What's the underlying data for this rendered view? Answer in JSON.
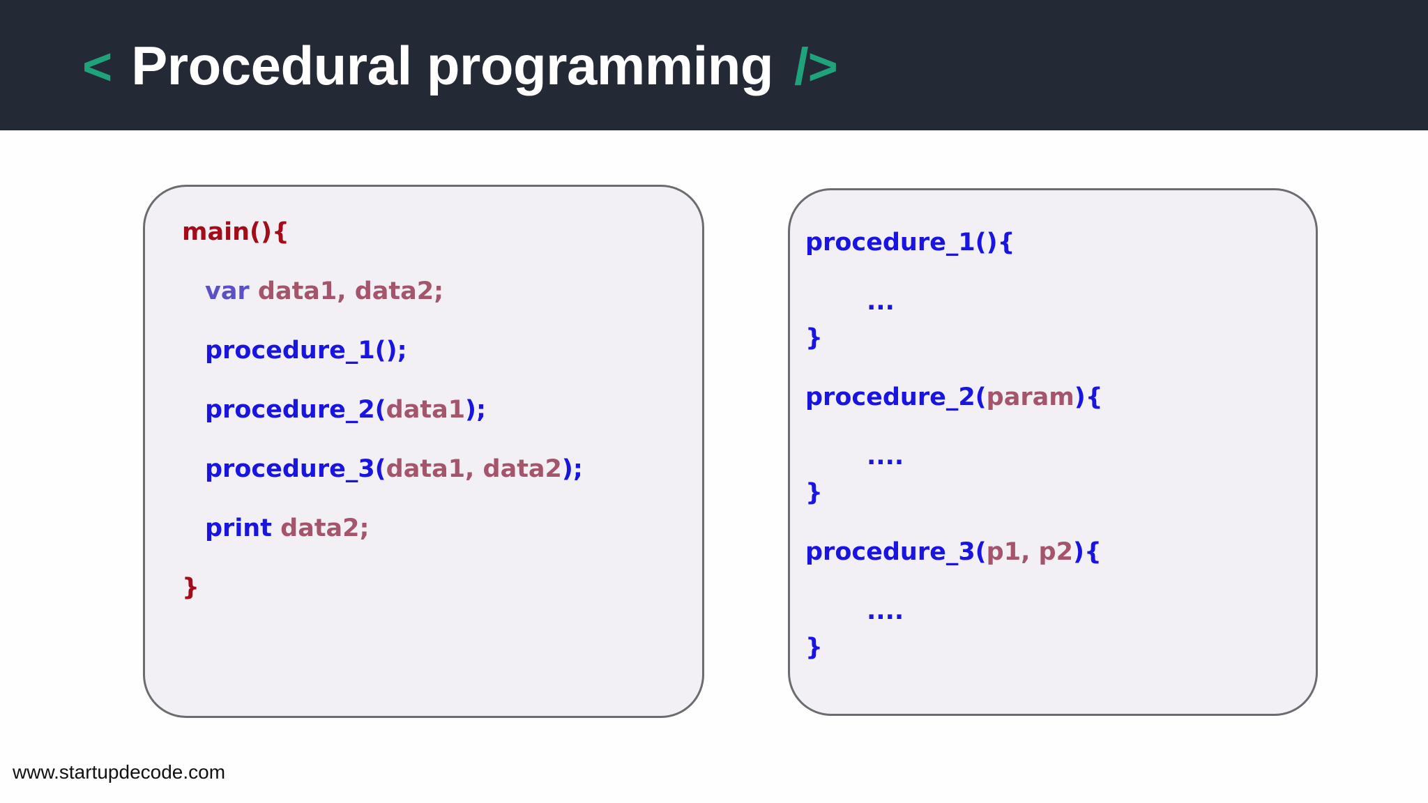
{
  "header": {
    "tag_open": "<",
    "title": "Procedural programming",
    "tag_close": "/>",
    "background_color": "#242936",
    "accent_color": "#1fa37a",
    "title_color": "#ffffff"
  },
  "palette": {
    "main_red": "#a10d18",
    "keyword_purple": "#5c51c4",
    "data_rose": "#a4546b",
    "procedure_blue": "#1a14e0",
    "panel_fill": "#f2f0f4",
    "panel_border": "#6b6b70"
  },
  "panels": [
    {
      "id": "main-program",
      "lines": [
        {
          "indent": 0,
          "parts": [
            {
              "text": "main(){",
              "color": "main_red"
            }
          ]
        },
        {
          "indent": 1,
          "parts": [
            {
              "text": "var ",
              "color": "keyword_purple"
            },
            {
              "text": "data1, data2;",
              "color": "data_rose"
            }
          ]
        },
        {
          "indent": 1,
          "parts": [
            {
              "text": "procedure_1();",
              "color": "procedure_blue"
            }
          ]
        },
        {
          "indent": 1,
          "parts": [
            {
              "text": "procedure_2(",
              "color": "procedure_blue"
            },
            {
              "text": "data1",
              "color": "data_rose"
            },
            {
              "text": ");",
              "color": "procedure_blue"
            }
          ]
        },
        {
          "indent": 1,
          "parts": [
            {
              "text": "procedure_3(",
              "color": "procedure_blue"
            },
            {
              "text": "data1, data2",
              "color": "data_rose"
            },
            {
              "text": ");",
              "color": "procedure_blue"
            }
          ]
        },
        {
          "indent": 1,
          "parts": [
            {
              "text": "print ",
              "color": "procedure_blue"
            },
            {
              "text": "data2;",
              "color": "data_rose"
            }
          ]
        },
        {
          "indent": 0,
          "parts": [
            {
              "text": "}",
              "color": "main_red"
            }
          ]
        }
      ]
    },
    {
      "id": "procedure-definitions",
      "lines": [
        {
          "indent": 0,
          "parts": [
            {
              "text": "procedure_1(){",
              "color": "procedure_blue"
            }
          ]
        },
        {
          "indent": 2,
          "parts": [
            {
              "text": "...",
              "color": "procedure_blue"
            }
          ]
        },
        {
          "indent": 0,
          "parts": [
            {
              "text": "}",
              "color": "procedure_blue"
            }
          ]
        },
        {
          "indent": 0,
          "parts": [
            {
              "text": "procedure_2(",
              "color": "procedure_blue"
            },
            {
              "text": "param",
              "color": "data_rose"
            },
            {
              "text": "){",
              "color": "procedure_blue"
            }
          ]
        },
        {
          "indent": 2,
          "parts": [
            {
              "text": "....",
              "color": "procedure_blue"
            }
          ]
        },
        {
          "indent": 0,
          "parts": [
            {
              "text": "}",
              "color": "procedure_blue"
            }
          ]
        },
        {
          "indent": 0,
          "parts": [
            {
              "text": "procedure_3(",
              "color": "procedure_blue"
            },
            {
              "text": "p1, p2",
              "color": "data_rose"
            },
            {
              "text": "){",
              "color": "procedure_blue"
            }
          ]
        },
        {
          "indent": 2,
          "parts": [
            {
              "text": "....",
              "color": "procedure_blue"
            }
          ]
        },
        {
          "indent": 0,
          "parts": [
            {
              "text": "}",
              "color": "procedure_blue"
            }
          ]
        }
      ]
    }
  ],
  "footer": {
    "url": "www.startupdecode.com"
  }
}
